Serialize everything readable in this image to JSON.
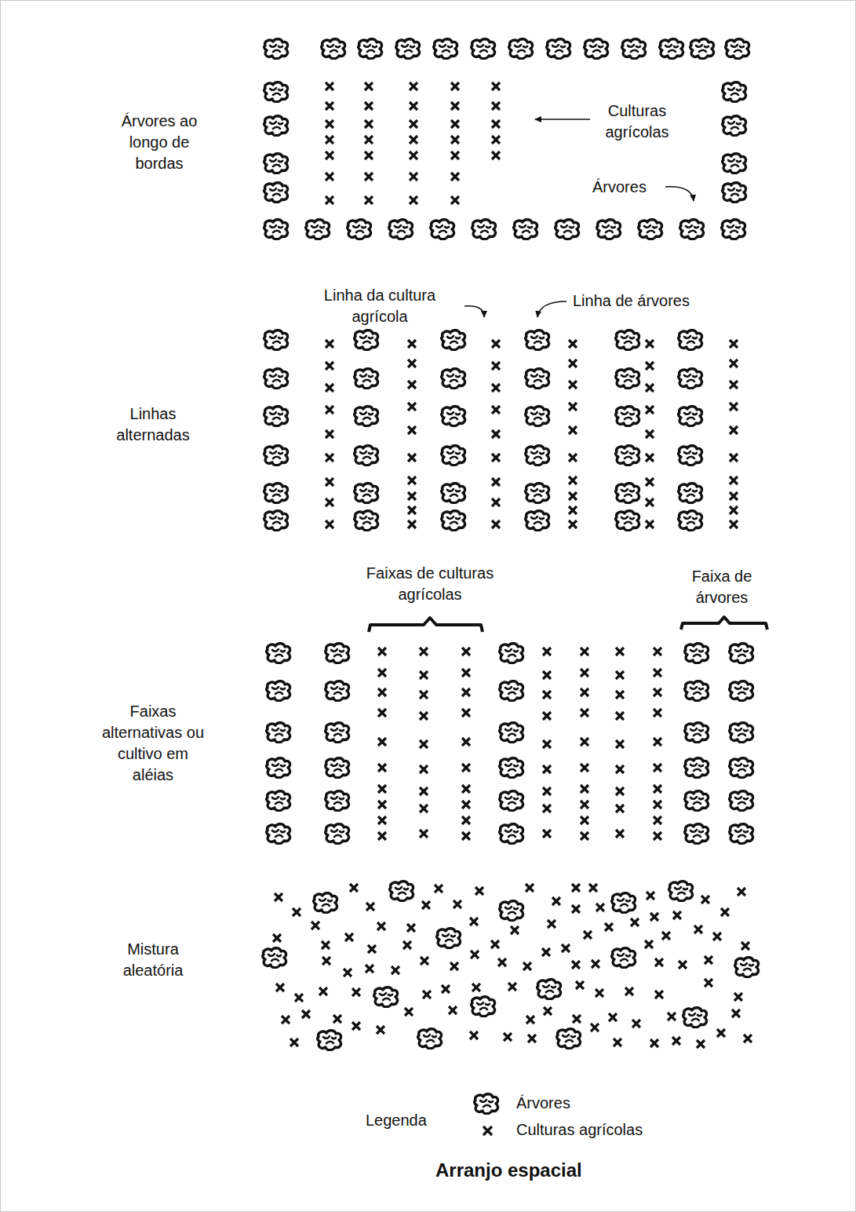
{
  "diagram": {
    "caption": "Arranjo espacial",
    "labels": [
      "Árvores ao longo de bordas",
      "Culturas agrícolas",
      "Árvores",
      "Linhas alternadas",
      "Linha da cultura agrícola",
      "Linha de árvores",
      "Faixas de culturas agrícolas",
      "Faixa de árvores",
      "Faixas alternativas ou cultivo em aléias",
      "Mistura aleatória",
      "Legenda"
    ],
    "legend": [
      {
        "text": "Árvores"
      },
      {
        "text": "Culturas agrícolas"
      }
    ]
  }
}
